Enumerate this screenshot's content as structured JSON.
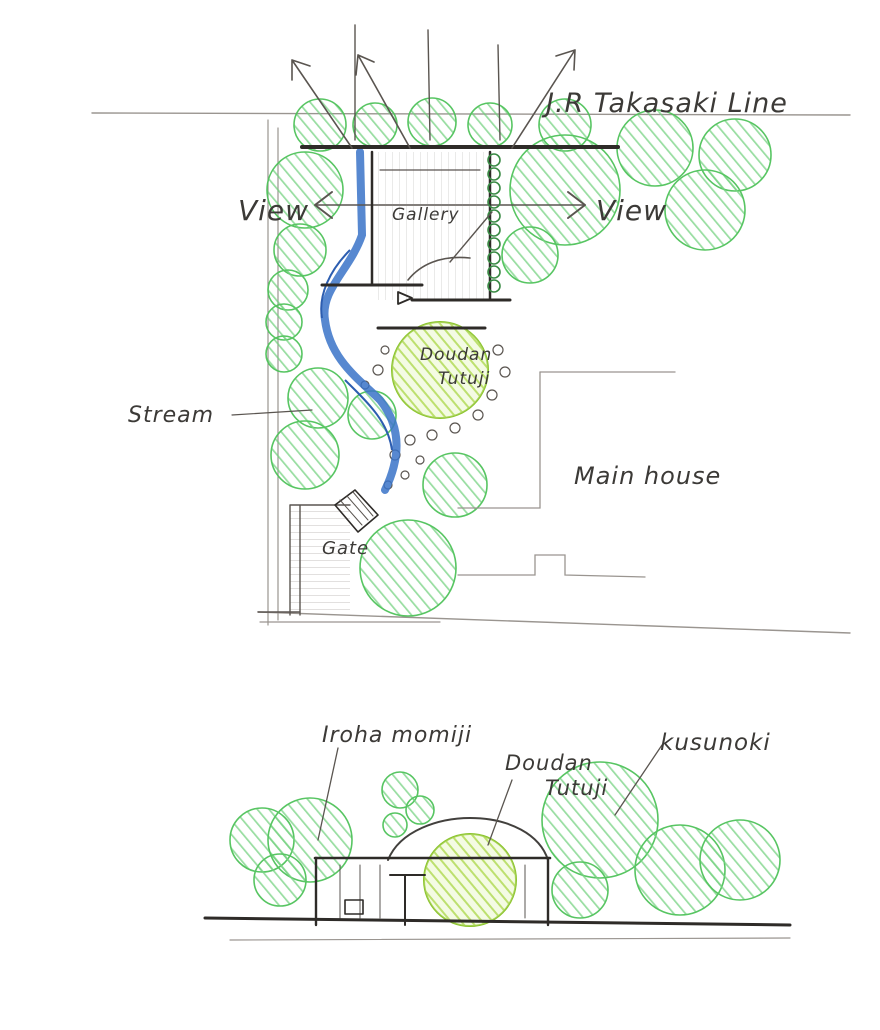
{
  "labels": {
    "jr_line": "J.R Takasaki Line",
    "view_left": "View",
    "view_right": "View",
    "gallery": "Gallery",
    "doudan_plan_1": "Doudan",
    "doudan_plan_2": "Tutuji",
    "stream": "Stream",
    "main_house": "Main house",
    "gate": "Gate",
    "iroha_momiji": "Iroha momiji",
    "doudan_elev_1": "Doudan",
    "doudan_elev_2": "Tutuji",
    "kusunoki": "kusunoki"
  },
  "colors": {
    "tree_green": "#4fc25a",
    "tree_fill": "#cdeecd",
    "doudan_green": "#a8d63a",
    "stream_blue": "#3a73c8",
    "pencil": "#5a5550",
    "ink": "#2e2b28"
  }
}
